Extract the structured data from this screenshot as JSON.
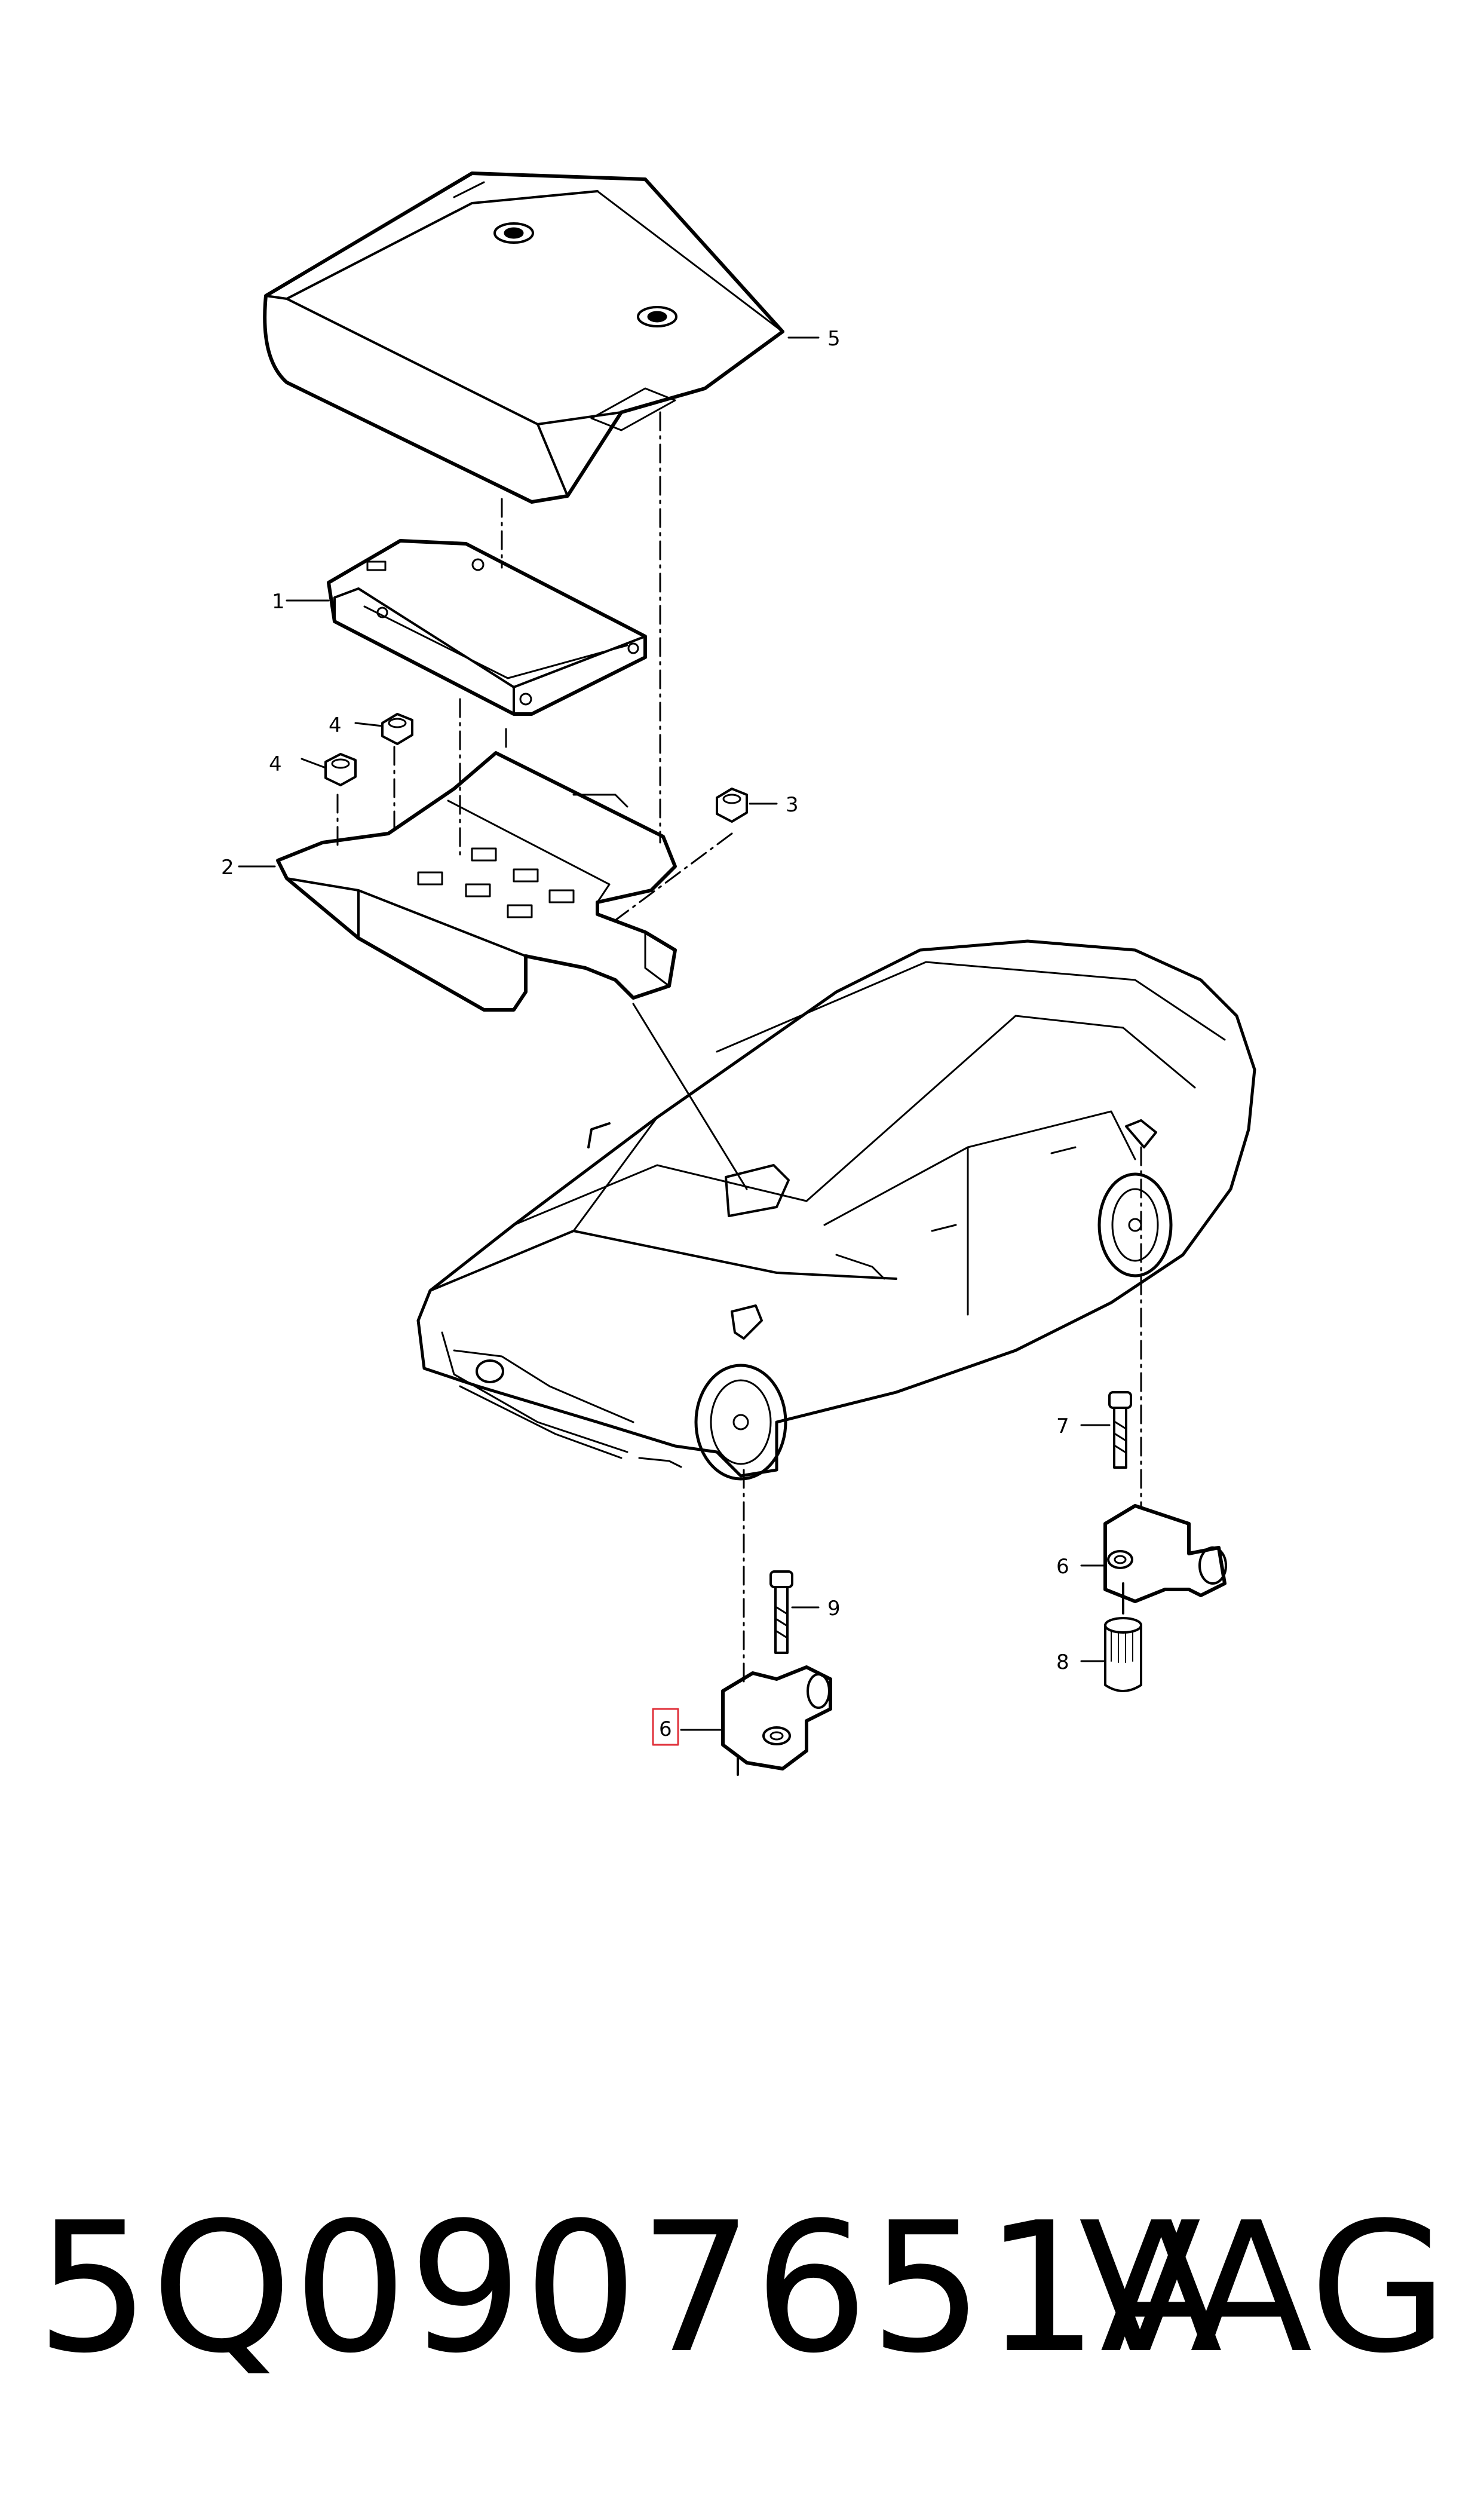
{
  "callouts": {
    "c1": "1",
    "c2": "2",
    "c3": "3",
    "c4a": "4",
    "c4b": "4",
    "c5": "5",
    "c6a": "6",
    "c6b": "6",
    "c7": "7",
    "c8": "8",
    "c9": "9"
  },
  "highlight_color": "#e0303a",
  "footer": {
    "part_number": "5Q0907651A",
    "brand": "VAG"
  }
}
